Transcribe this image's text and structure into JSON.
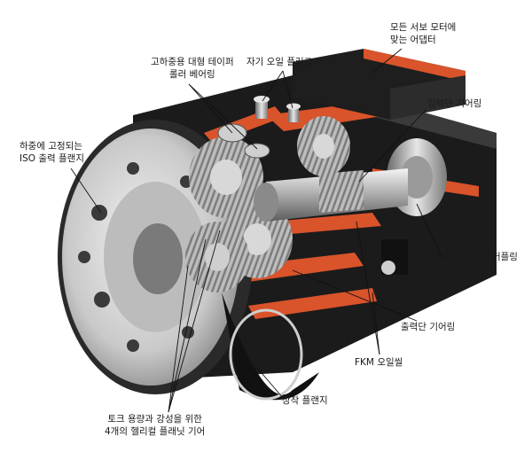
{
  "labels": {
    "tapered_bearing": [
      "고하중용 대형 테이퍼",
      "롤러 베어링"
    ],
    "magnetic_plug": [
      "자기 오일 플러그"
    ],
    "servo_adapter": [
      "모든 서보 모터에",
      "맞는 어댑터"
    ],
    "iso_flange": [
      "하중에  고정되는",
      "ISO 출력 플랜지"
    ],
    "input_bearing": [
      "입력단 기어링"
    ],
    "input_coupling": [
      "저관성 입력 커플링"
    ],
    "output_bearing": [
      "출력단 기어링"
    ],
    "fkm_seal": [
      "FKM 오일씰"
    ],
    "mount_flange": [
      "장착 플랜지"
    ],
    "planet_gears": [
      "토크 용량과 강성을 위한",
      "4개의 헬리컬 플래닛 기어"
    ]
  },
  "colors": {
    "housing_orange": "#d9532b",
    "housing_black": "#1b1b1b",
    "steel_light": "#d8d8d8",
    "steel_dark": "#6e6e6e",
    "text": "#1a1a1a"
  }
}
